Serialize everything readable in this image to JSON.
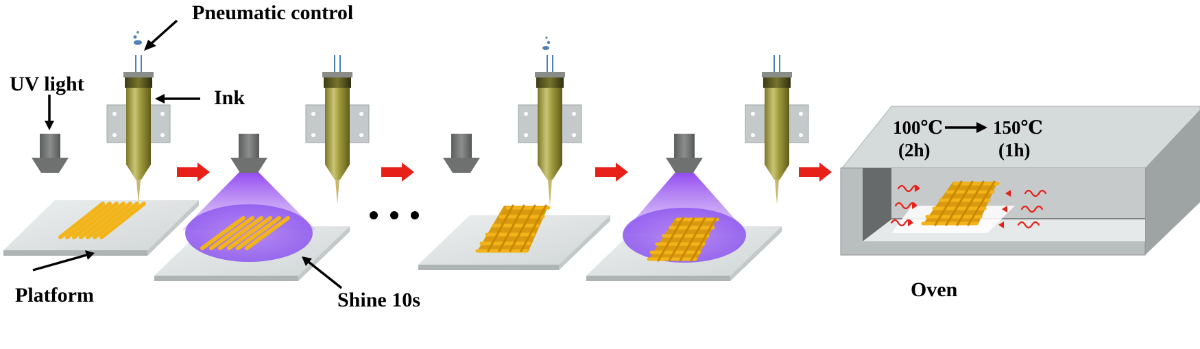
{
  "labels": {
    "pneumatic_control": "Pneumatic control",
    "uv_light": "UV light",
    "ink": "Ink",
    "platform": "Platform",
    "shine": "Shine 10s",
    "oven": "Oven",
    "temp_1": "100℃",
    "time_1": "(2h)",
    "temp_2": "150℃",
    "time_2": "(1h)"
  },
  "colors": {
    "arrow_red": "#e8201a",
    "ink_yellow": "#f2b418",
    "uv_purple": "#9a58f0",
    "nozzle_olive": "#9a9437",
    "lamp_gray": "#6e7170",
    "platform_gray": "#dfe3e3",
    "oven_gray": "#b9bebe"
  },
  "icons": {
    "step_arrow": "red-right-arrow-icon",
    "pointer": "black-pointer-arrow-icon",
    "heat": "red-heat-wave-icon"
  }
}
